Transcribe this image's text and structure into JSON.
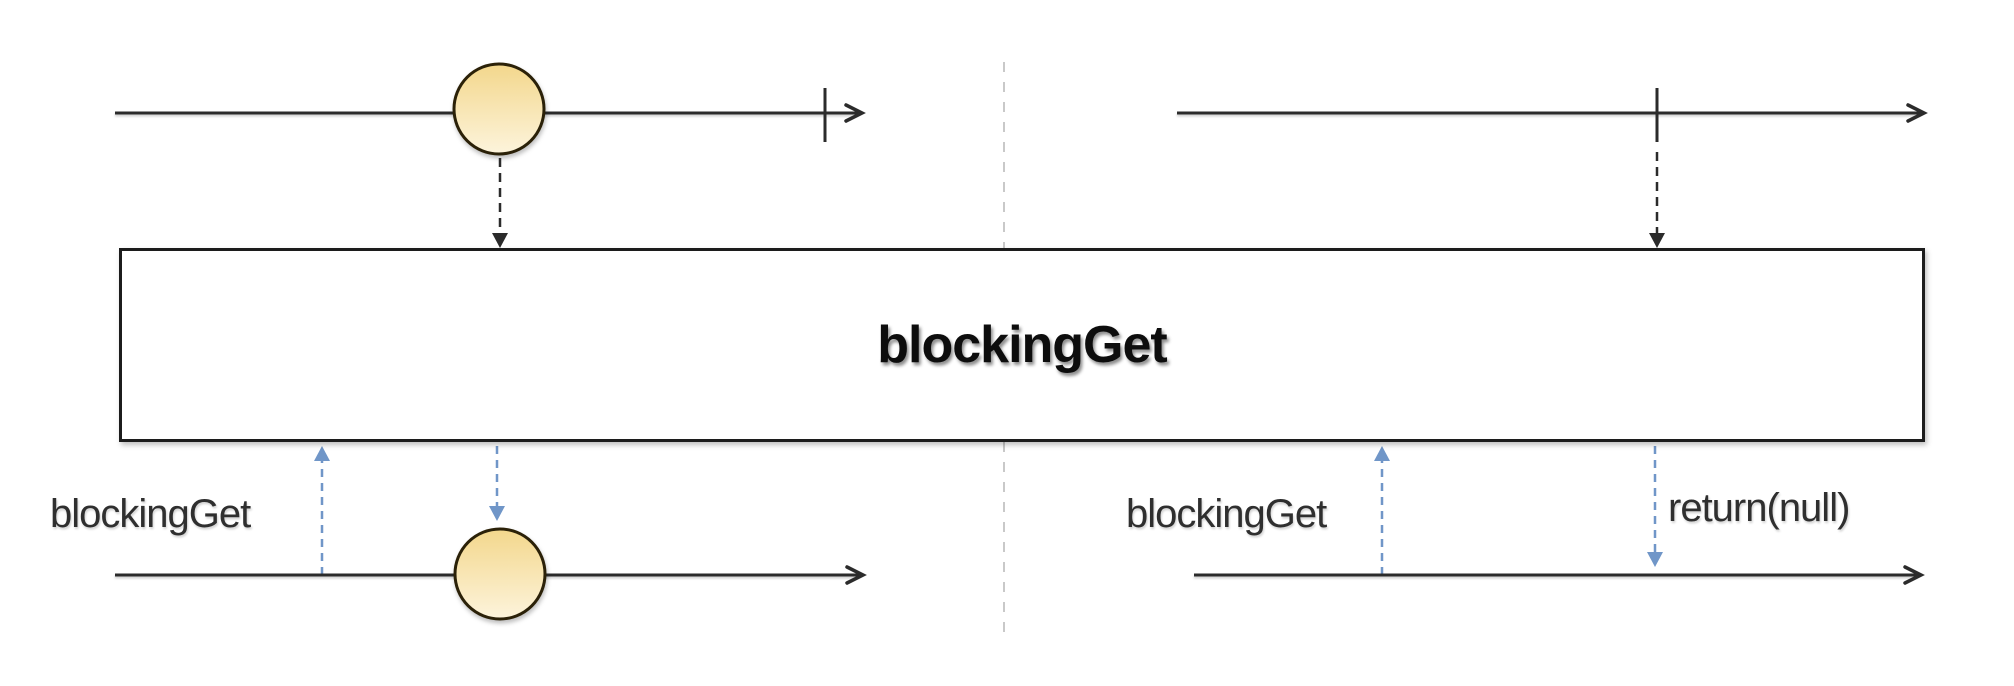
{
  "diagram": {
    "operator": {
      "title": "blockingGet"
    },
    "left_scenario": {
      "description": "source emits an item then completes",
      "call_label": "blockingGet"
    },
    "right_scenario": {
      "description": "source completes empty",
      "call_label": "blockingGet",
      "return_label": "return(null)"
    }
  },
  "colors": {
    "timeline": "#2b2b2b",
    "box_border": "#1c1c1c",
    "title": "#0d0d0d",
    "label": "#2f2f2f",
    "call_arrow": "#7096c8",
    "divider": "#c9c9c9",
    "marble_top": "#f3d78c",
    "marble_bottom": "#fdf4dc",
    "marble_border": "#2b2108"
  }
}
